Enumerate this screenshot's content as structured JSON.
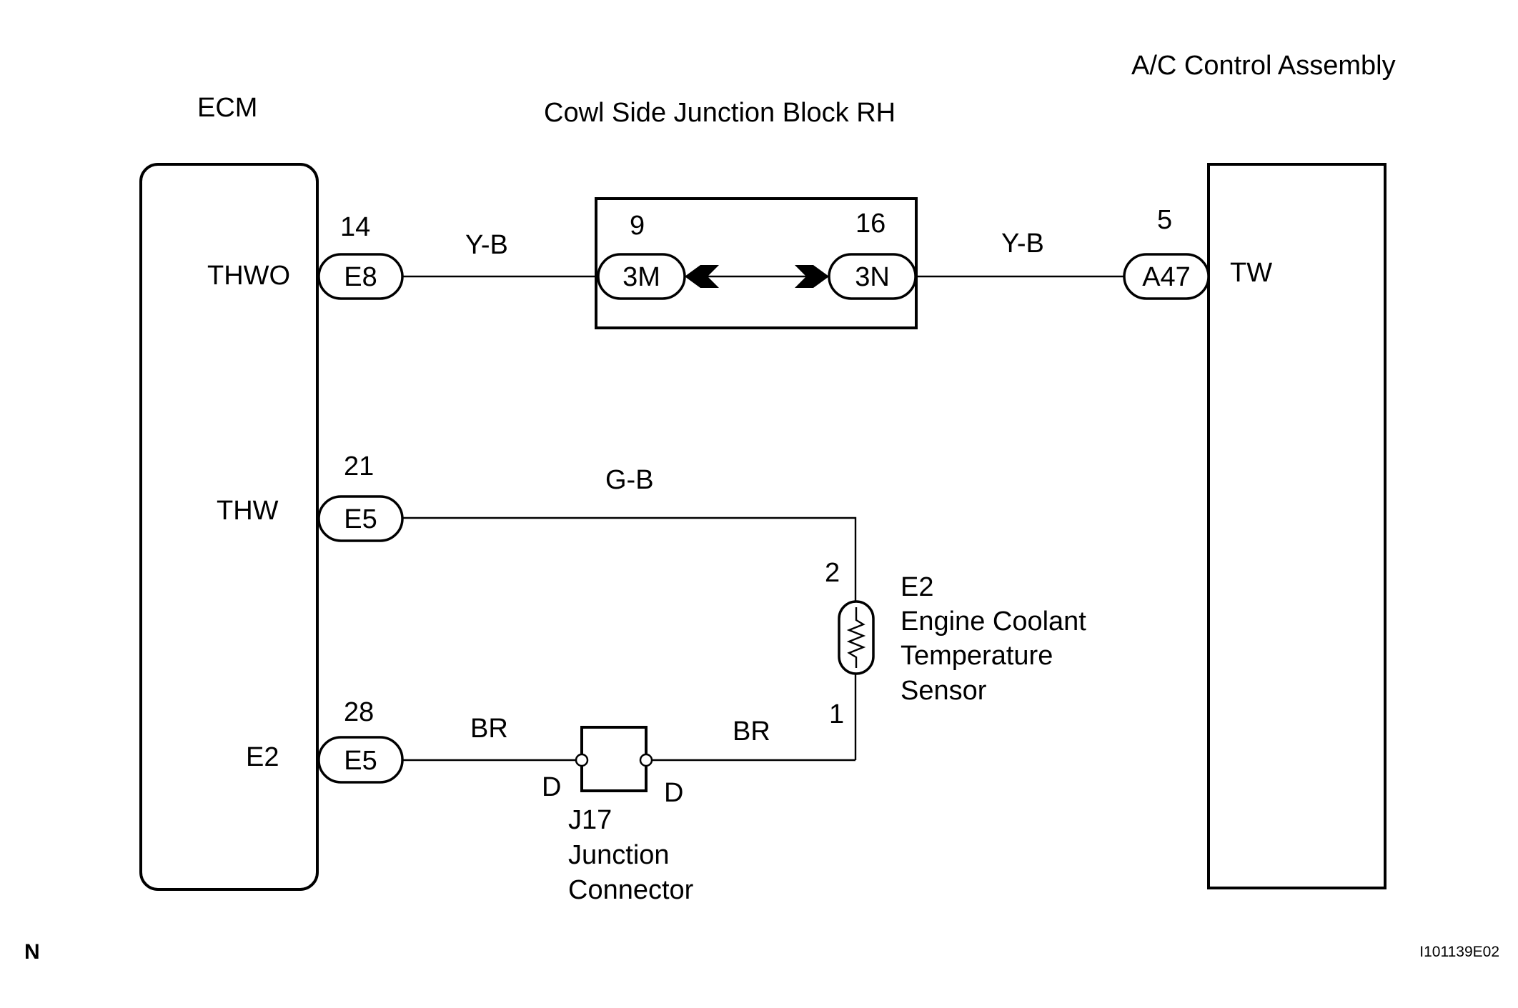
{
  "title_ecm": "ECM",
  "title_junction_block": "Cowl Side Junction Block RH",
  "title_ac": "A/C Control Assembly",
  "ecm_pins": {
    "thwo": {
      "signal": "THWO",
      "pin": "14",
      "connector": "E8"
    },
    "thw": {
      "signal": "THW",
      "pin": "21",
      "connector": "E5"
    },
    "e2": {
      "signal": "E2",
      "pin": "28",
      "connector": "E5"
    }
  },
  "junction_block": {
    "left_pin": "9",
    "left_connector": "3M",
    "right_pin": "16",
    "right_connector": "3N"
  },
  "ac": {
    "pin": "5",
    "connector": "A47",
    "signal": "TW"
  },
  "wires": {
    "thwo_left": "Y-B",
    "thwo_right": "Y-B",
    "thw": "G-B",
    "e2_left": "BR",
    "e2_right": "BR"
  },
  "sensor": {
    "pin_top": "2",
    "pin_bottom": "1",
    "lines": [
      "E2",
      "Engine Coolant",
      "Temperature",
      "Sensor"
    ]
  },
  "junction_connector": {
    "pin_left": "D",
    "pin_right": "D",
    "lines": [
      "J17",
      "Junction",
      "Connector"
    ]
  },
  "footer": {
    "left": "N",
    "right": "I101139E02"
  }
}
